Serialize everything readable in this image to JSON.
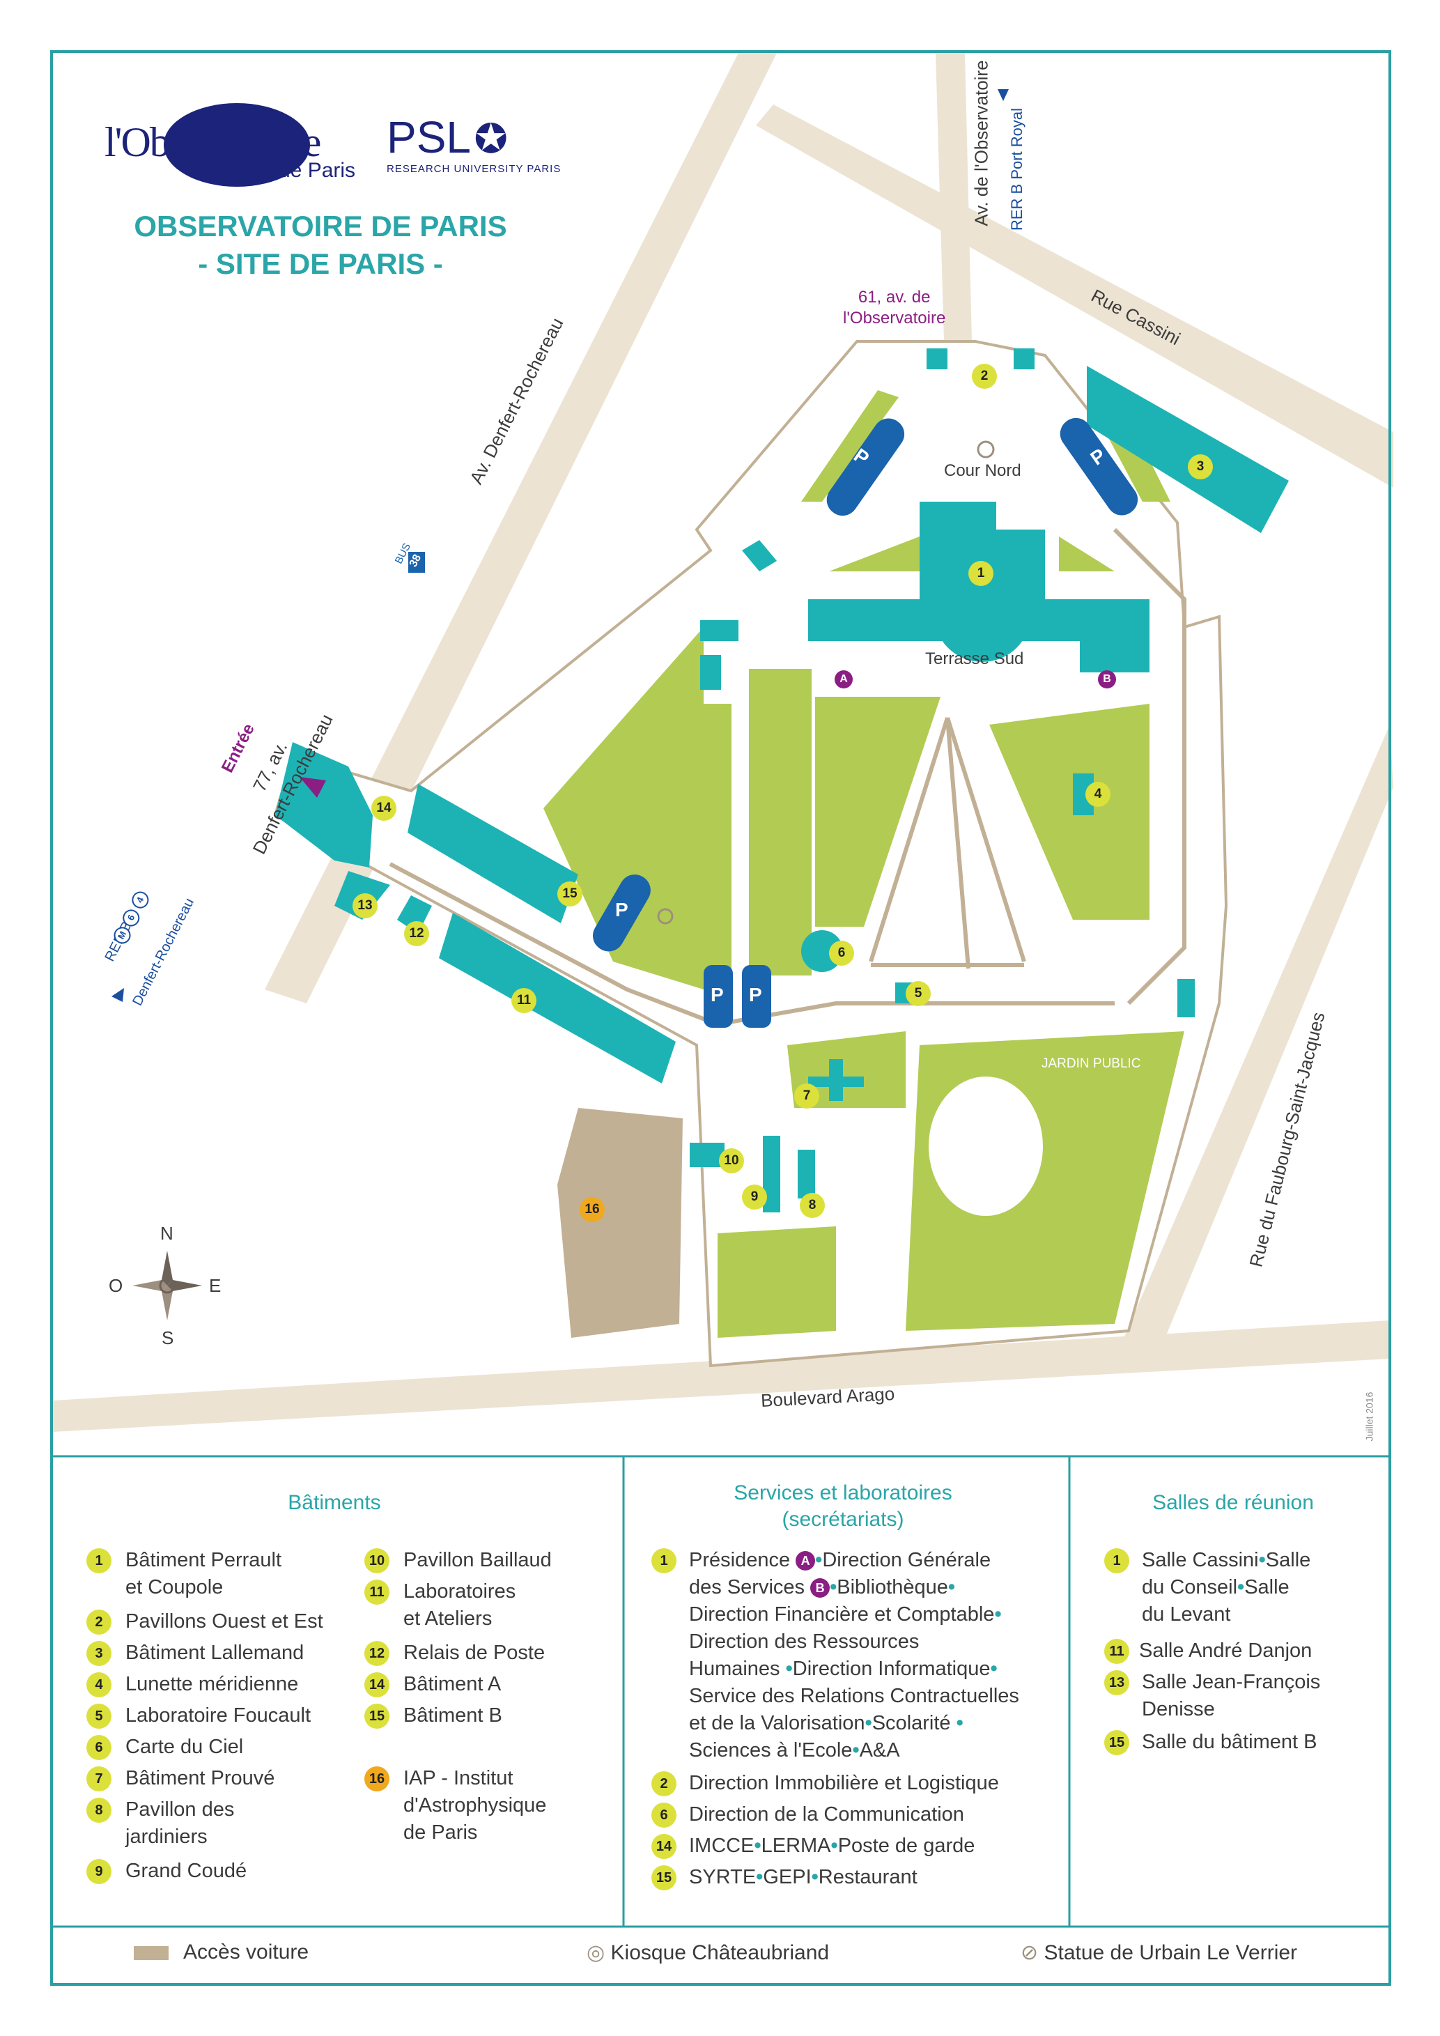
{
  "logo": {
    "observatoire": "l'Observatoire",
    "sub": "de Paris",
    "psl": "PSL",
    "psl_sub": "RESEARCH UNIVERSITY PARIS"
  },
  "title": {
    "line1": "OBSERVATOIRE DE PARIS",
    "line2": "- SITE DE PARIS -"
  },
  "streets": {
    "av_observatoire": "Av. de l'Observatoire",
    "rer_port_royal": "RER B Port Royal",
    "rue_cassini": "Rue Cassini",
    "av_denfert": "Av. Denfert-Rochereau",
    "bus": "BUS",
    "bus_num": "38",
    "entree": "Entrée",
    "entree_addr1": "77, av.",
    "entree_addr2": "Denfert-Rochereau",
    "rer_denfert1": "RER B",
    "rer_denfert2": "Denfert-Rochereau",
    "rer_icons": [
      "M",
      "6",
      "4"
    ],
    "addr_61_line1": "61, av. de",
    "addr_61_line2": "l'Observatoire",
    "cour_nord": "Cour Nord",
    "terrasse_sud": "Terrasse Sud",
    "jardin_public": "JARDIN PUBLIC",
    "faubourg": "Rue du Faubourg-Saint-Jacques",
    "arago": "Boulevard Arago",
    "date": "Juillet 2016",
    "parking": "P"
  },
  "compass": {
    "n": "N",
    "s": "S",
    "e": "E",
    "o": "O"
  },
  "map_badges": {
    "b1": "1",
    "b2": "2",
    "b3": "3",
    "b4": "4",
    "b5": "5",
    "b6": "6",
    "b7": "7",
    "b8": "8",
    "b9": "9",
    "b10": "10",
    "b11": "11",
    "b12": "12",
    "b13": "13",
    "b14": "14",
    "b15": "15",
    "b16": "16",
    "bA": "A",
    "bB": "B"
  },
  "legend": {
    "batiments": {
      "title": "Bâtiments",
      "items": [
        {
          "n": "1",
          "label": "Bâtiment Perrault\net Coupole"
        },
        {
          "n": "2",
          "label": "Pavillons Ouest et Est"
        },
        {
          "n": "3",
          "label": "Bâtiment Lallemand"
        },
        {
          "n": "4",
          "label": "Lunette méridienne"
        },
        {
          "n": "5",
          "label": "Laboratoire Foucault"
        },
        {
          "n": "6",
          "label": "Carte du Ciel"
        },
        {
          "n": "7",
          "label": "Bâtiment Prouvé"
        },
        {
          "n": "8",
          "label": "Pavillon des\njardiniers"
        },
        {
          "n": "9",
          "label": "Grand Coudé"
        },
        {
          "n": "10",
          "label": "Pavillon Baillaud"
        },
        {
          "n": "11",
          "label": "Laboratoires\net Ateliers"
        },
        {
          "n": "12",
          "label": "Relais de Poste"
        },
        {
          "n": "14",
          "label": "Bâtiment A"
        },
        {
          "n": "15",
          "label": "Bâtiment B"
        },
        {
          "n": "16",
          "label": "IAP - Institut\nd'Astrophysique\nde Paris"
        }
      ]
    },
    "services": {
      "title_line1": "Services et laboratoires",
      "title_line2": "(secrétariats)",
      "s1": {
        "n": "1",
        "a": "Présidence",
        "badgeA": "A",
        "b": "Direction Générale",
        "c": "des Services",
        "badgeB": "B",
        "d": "Bibliothèque",
        "e": "Direction Financière et Comptable",
        "f": "Direction des Ressources",
        "g": "Humaines",
        "h": "Direction Informatique",
        "i": "Service des Relations Contractuelles",
        "j": "et de la Valorisation",
        "k": "Scolarité",
        "l": "Sciences à l'Ecole",
        "m": "A&A"
      },
      "s2": {
        "n": "2",
        "a": "Direction Immobilière et Logistique"
      },
      "s6": {
        "n": "6",
        "a": "Direction de la Communication"
      },
      "s14": {
        "n": "14",
        "a": "IMCCE",
        "b": "LERMA",
        "c": "Poste de garde"
      },
      "s15": {
        "n": "15",
        "a": "SYRTE",
        "b": "GEPI",
        "c": "Restaurant"
      }
    },
    "salles": {
      "title": "Salles de réunion",
      "r1": {
        "n": "1",
        "a": "Salle Cassini",
        "b": "Salle",
        "c": "du Conseil",
        "d": "Salle",
        "e": "du Levant"
      },
      "r11": {
        "n": "11",
        "a": "Salle André Danjon"
      },
      "r13": {
        "n": "13",
        "a": "Salle Jean-François\nDenisse"
      },
      "r15": {
        "n": "15",
        "a": "Salle du bâtiment B"
      }
    }
  },
  "footer": {
    "acces": "Accès voiture",
    "kiosque": "Kiosque Châteaubriand",
    "statue": "Statue de Urbain Le Verrier"
  },
  "colors": {
    "teal": "#1db3b5",
    "green": "#b2cb53",
    "road": "#ece3d3",
    "tan": "#c2b095",
    "blue": "#1a63ad",
    "purple": "#8a1e83",
    "yellow": "#dbe13a",
    "orange": "#f0a81e",
    "frame": "#2a9fa3"
  }
}
